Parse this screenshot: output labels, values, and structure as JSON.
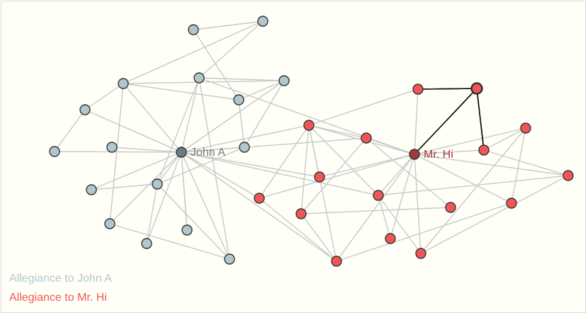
{
  "leaders": {
    "john": "John A",
    "hi": "Mr. Hi"
  },
  "legend": {
    "john": "Allegiance to John A",
    "hi": "Allegiance to Mr. Hi"
  },
  "colors": {
    "john_fill": "#b2c7cc",
    "john_leader": "#6b7b7f",
    "hi_fill": "#f05656",
    "hi_leader": "#a33a3a",
    "edge": "#c8c8c8",
    "highlight_edge": "#111111",
    "stroke": "#333333"
  },
  "network": {
    "nodes": [
      {
        "id": "j1",
        "group": "john"
      },
      {
        "id": "j2",
        "group": "john"
      },
      {
        "id": "j3",
        "group": "john"
      },
      {
        "id": "j4",
        "group": "john"
      },
      {
        "id": "j5",
        "group": "john"
      },
      {
        "id": "j6",
        "group": "john"
      },
      {
        "id": "j7",
        "group": "john"
      },
      {
        "id": "j8",
        "group": "john"
      },
      {
        "id": "j9",
        "group": "john"
      },
      {
        "id": "jA",
        "group": "john",
        "leader": true,
        "label": "john"
      },
      {
        "id": "j10",
        "group": "john"
      },
      {
        "id": "j11",
        "group": "john"
      },
      {
        "id": "j12",
        "group": "john"
      },
      {
        "id": "j13",
        "group": "john"
      },
      {
        "id": "j14",
        "group": "john"
      },
      {
        "id": "j15",
        "group": "john"
      },
      {
        "id": "j16",
        "group": "john"
      },
      {
        "id": "h1",
        "group": "hi"
      },
      {
        "id": "h2",
        "group": "hi",
        "highlighted": true
      },
      {
        "id": "h3",
        "group": "hi"
      },
      {
        "id": "h4",
        "group": "hi"
      },
      {
        "id": "hA",
        "group": "hi",
        "leader": true,
        "label": "hi"
      },
      {
        "id": "h5",
        "group": "hi"
      },
      {
        "id": "h6",
        "group": "hi"
      },
      {
        "id": "h7",
        "group": "hi"
      },
      {
        "id": "h8",
        "group": "hi"
      },
      {
        "id": "h9",
        "group": "hi"
      },
      {
        "id": "h10",
        "group": "hi"
      },
      {
        "id": "h11",
        "group": "hi"
      },
      {
        "id": "h12",
        "group": "hi"
      },
      {
        "id": "h13",
        "group": "hi"
      },
      {
        "id": "h14",
        "group": "hi"
      },
      {
        "id": "h15",
        "group": "hi"
      },
      {
        "id": "h16",
        "group": "hi"
      }
    ],
    "edges": [
      [
        "j1",
        "j2"
      ],
      [
        "j1",
        "j7"
      ],
      [
        "j2",
        "j3"
      ],
      [
        "j2",
        "j5"
      ],
      [
        "j3",
        "j7"
      ],
      [
        "j3",
        "j8"
      ],
      [
        "j3",
        "j4"
      ],
      [
        "j3",
        "jA"
      ],
      [
        "j3",
        "j13"
      ],
      [
        "j4",
        "jA"
      ],
      [
        "j4",
        "j6"
      ],
      [
        "j6",
        "jA"
      ],
      [
        "j5",
        "jA"
      ],
      [
        "j5",
        "j8"
      ],
      [
        "j5",
        "j16"
      ],
      [
        "j5",
        "hA"
      ],
      [
        "j5",
        "j12"
      ],
      [
        "j7",
        "j8"
      ],
      [
        "j7",
        "j10"
      ],
      [
        "j8",
        "j10"
      ],
      [
        "j8",
        "jA"
      ],
      [
        "j10",
        "jA"
      ],
      [
        "j10",
        "j12"
      ],
      [
        "j11",
        "jA"
      ],
      [
        "j13",
        "jA"
      ],
      [
        "j14",
        "jA"
      ],
      [
        "j15",
        "jA"
      ],
      [
        "j16",
        "jA"
      ],
      [
        "j12",
        "jA"
      ],
      [
        "j9",
        "jA"
      ],
      [
        "j12",
        "j16"
      ],
      [
        "j13",
        "j16"
      ],
      [
        "j14",
        "j12"
      ],
      [
        "j11",
        "j12"
      ],
      [
        "jA",
        "h1"
      ],
      [
        "jA",
        "h3"
      ],
      [
        "jA",
        "h5"
      ],
      [
        "jA",
        "h6"
      ],
      [
        "jA",
        "h7"
      ],
      [
        "jA",
        "h9"
      ],
      [
        "j17",
        "jA"
      ],
      [
        "h1",
        "hA"
      ],
      [
        "h1",
        "h3"
      ],
      [
        "h1",
        "h4"
      ],
      [
        "h1",
        "h5"
      ],
      [
        "h1",
        "h6"
      ],
      [
        "h1",
        "h7"
      ],
      [
        "h1",
        "h8"
      ],
      [
        "h1",
        "h9"
      ],
      [
        "h3",
        "hA"
      ],
      [
        "h3",
        "h10"
      ],
      [
        "h3",
        "h8"
      ],
      [
        "h9",
        "hA"
      ],
      [
        "h9",
        "h7"
      ],
      [
        "h9",
        "h8"
      ],
      [
        "h9",
        "h12"
      ],
      [
        "h10",
        "h8"
      ],
      [
        "hA",
        "h4"
      ],
      [
        "hA",
        "h6"
      ],
      [
        "hA",
        "h7"
      ],
      [
        "hA",
        "h11"
      ],
      [
        "hA",
        "h12"
      ],
      [
        "hA",
        "h13"
      ],
      [
        "hA",
        "h14"
      ],
      [
        "hA",
        "h15"
      ],
      [
        "hA",
        "h16"
      ],
      [
        "hA",
        "h5"
      ],
      [
        "h6",
        "h16"
      ],
      [
        "h6",
        "h15"
      ],
      [
        "h6",
        "h13"
      ],
      [
        "h15",
        "h16"
      ],
      [
        "h2",
        "hA"
      ],
      [
        "h2",
        "h4"
      ],
      [
        "h2",
        "h14"
      ],
      [
        "h14",
        "h15"
      ],
      [
        "h14",
        "h11"
      ],
      [
        "h11",
        "h12"
      ],
      [
        "h11",
        "h16"
      ],
      [
        "h12",
        "h9"
      ]
    ]
  }
}
